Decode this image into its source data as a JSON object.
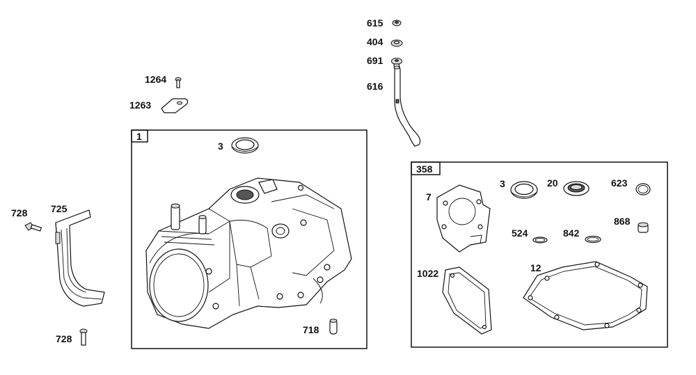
{
  "parts": {
    "p615": "615",
    "p404": "404",
    "p691": "691",
    "p616": "616",
    "p1264": "1264",
    "p1263": "1263",
    "p1": "1",
    "p3a": "3",
    "p718": "718",
    "p728a": "728",
    "p725": "725",
    "p728b": "728",
    "p358": "358",
    "p7": "7",
    "p3b": "3",
    "p20": "20",
    "p623": "623",
    "p524": "524",
    "p842": "842",
    "p868": "868",
    "p1022": "1022",
    "p12": "12"
  }
}
